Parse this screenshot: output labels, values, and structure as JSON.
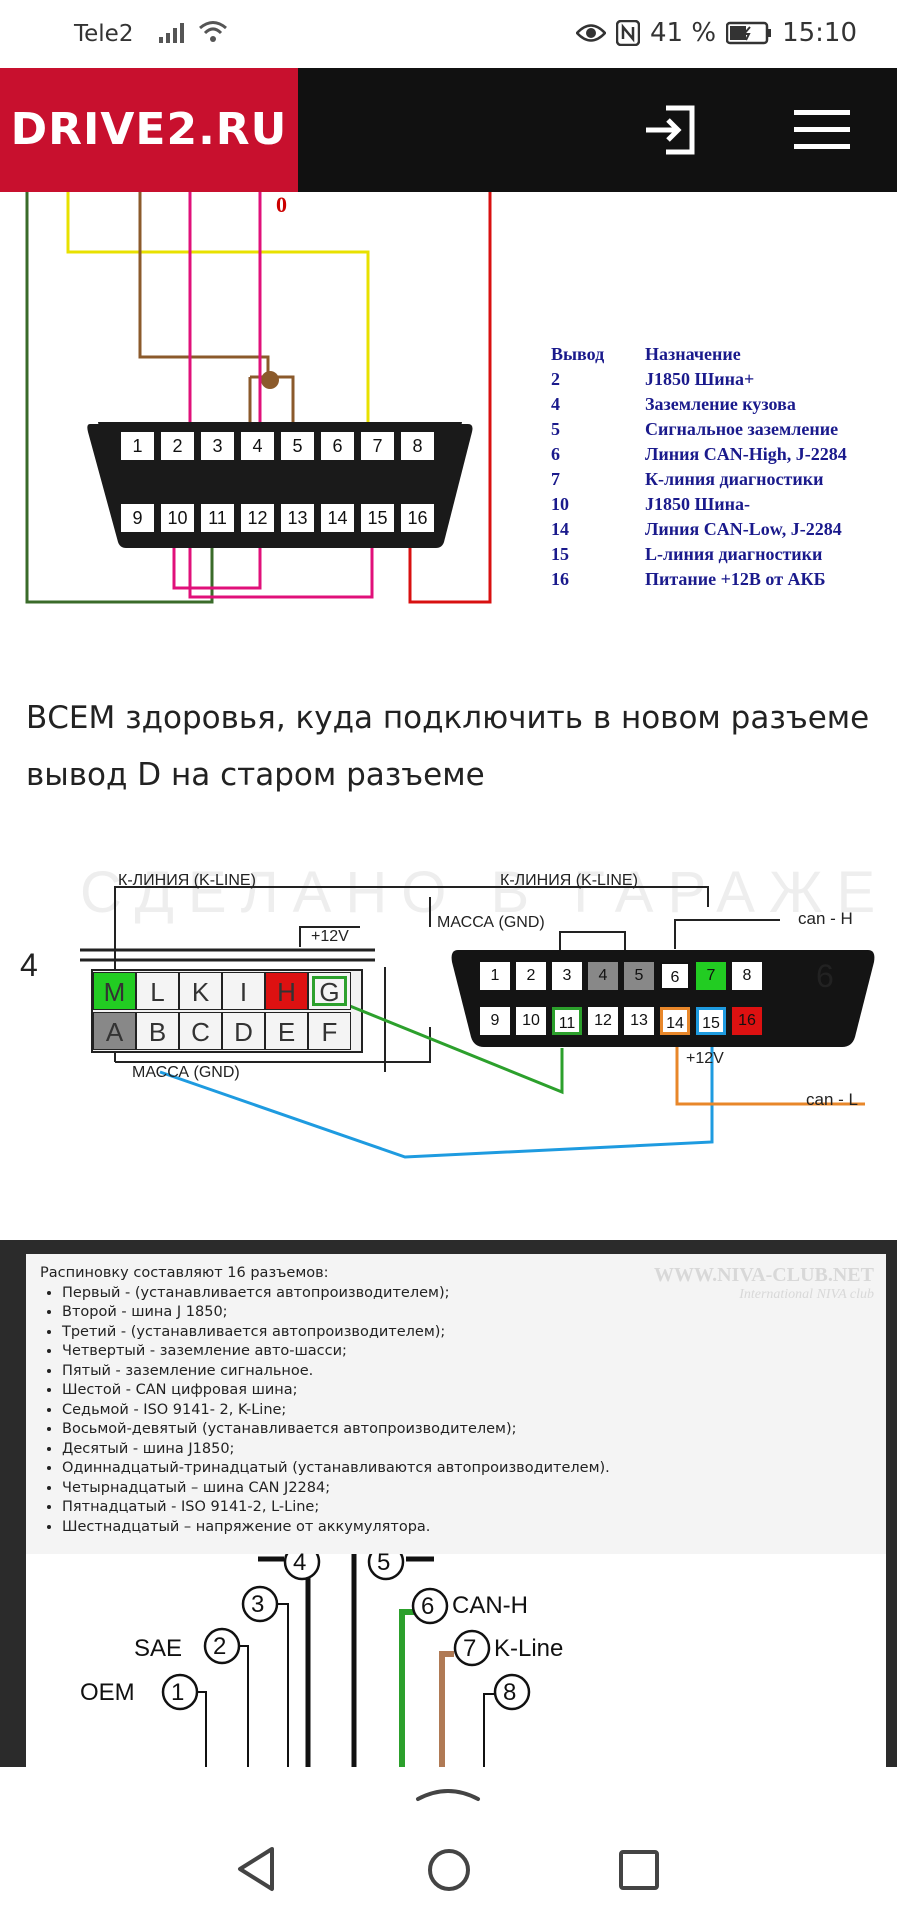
{
  "status_bar": {
    "carrier": "Tele2",
    "battery_percent": "41 %",
    "time": "15:10"
  },
  "header": {
    "logo": "DRIVE2.RU",
    "login_icon": "login-icon",
    "menu_icon": "hamburger-menu-icon",
    "brand_color": "#c8102e"
  },
  "figure1": {
    "top_marker": "0",
    "pins_top": [
      "1",
      "2",
      "3",
      "4",
      "5",
      "6",
      "7",
      "8"
    ],
    "pins_bottom": [
      "9",
      "10",
      "11",
      "12",
      "13",
      "14",
      "15",
      "16"
    ],
    "table_header": [
      "Вывод",
      "Назначение"
    ],
    "table_rows": [
      [
        "2",
        "J1850 Шина+"
      ],
      [
        "4",
        "Заземление кузова"
      ],
      [
        "5",
        "Сигнальное заземление"
      ],
      [
        "6",
        "Линия CAN-High, J-2284"
      ],
      [
        "7",
        "К-линия диагностики"
      ],
      [
        "10",
        "J1850 Шина-"
      ],
      [
        "14",
        "Линия CAN-Low, J-2284"
      ],
      [
        "15",
        "L-линия диагностики"
      ],
      [
        "16",
        "Питание +12В от АКБ"
      ]
    ]
  },
  "post_text": "ВСЕМ здоровья, куда подключить в новом разъеме вывод D на старом разъеме",
  "figure2": {
    "left_number": "4",
    "right_number": "6",
    "k_line_left": "К-ЛИНИЯ (K-LINE)",
    "k_line_right": "К-ЛИНИЯ (K-LINE)",
    "massa_top": "МАССА (GND)",
    "massa_bottom": "МАССА (GND)",
    "plus12_left": "+12V",
    "plus12_right": "+12V",
    "can_h": "can - H",
    "can_l": "can - L",
    "old_top": [
      "M",
      "L",
      "K",
      "I",
      "H",
      "G"
    ],
    "old_bottom": [
      "A",
      "B",
      "C",
      "D",
      "E",
      "F"
    ],
    "new_top": [
      "1",
      "2",
      "3",
      "4",
      "5",
      "6",
      "7",
      "8"
    ],
    "new_bottom": [
      "9",
      "10",
      "11",
      "12",
      "13",
      "14",
      "15",
      "16"
    ]
  },
  "figure3": {
    "intro": "Распиновку составляют 16 разъемов:",
    "items": [
      "Первый - (устанавливается автопроизводителем);",
      "Второй - шина J 1850;",
      "Третий - (устанавливается автопроизводителем);",
      "Четвертый - заземление авто-шасси;",
      "Пятый - заземление сигнальное.",
      "Шестой - CAN цифровая шина;",
      "Седьмой - ISO 9141- 2, K-Line;",
      "Восьмой-девятый (устанавливается автопроизводителем);",
      "Десятый - шина J1850;",
      "Одиннадцатый-тринадцатый (устанавливаются автопроизводителем).",
      "Четырнадцатый – шина CAN J2284;",
      "Пятнадцатый - ISO 9141-2, L-Line;",
      "Шестнадцатый – напряжение от аккумулятора."
    ],
    "watermark": "WWW.NIVA-CLUB.NET",
    "watermark_sub": "International NIVA club",
    "pin4": "4",
    "pin5": "5",
    "pin3": "3",
    "pin6": "6",
    "pin2": "2",
    "pin7": "7",
    "pin1": "1",
    "pin8": "8",
    "can_h": "CAN-H",
    "k_line": "K-Line",
    "sae": "SAE",
    "oem": "OEM"
  },
  "nav_bar": {
    "back": "back-icon",
    "home": "home-icon",
    "recents": "recents-icon"
  }
}
